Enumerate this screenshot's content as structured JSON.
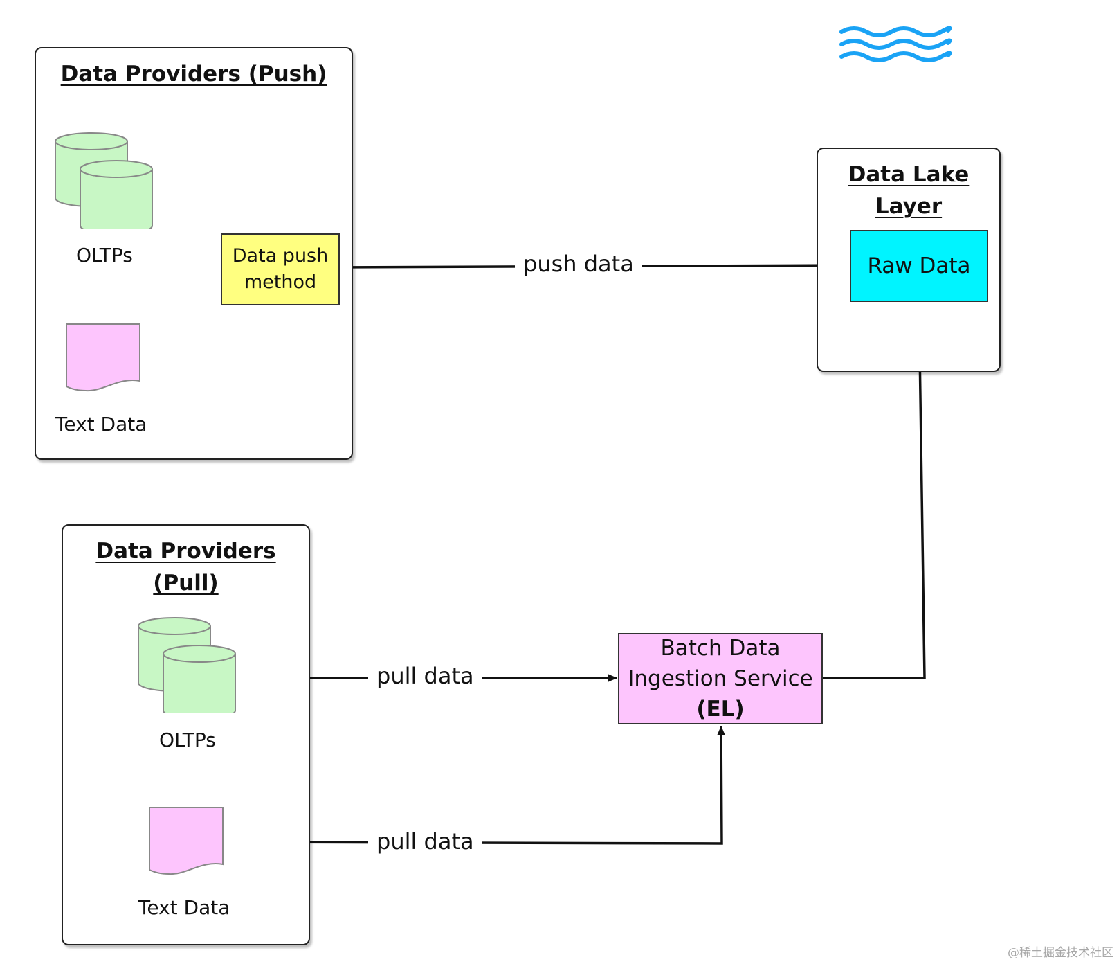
{
  "push_group": {
    "title": "Data Providers (Push)",
    "oltp_label": "OLTPs",
    "text_label": "Text Data"
  },
  "pull_group": {
    "title_line1": "Data Providers",
    "title_line2": "(Pull)",
    "oltp_label": "OLTPs",
    "text_label": "Text Data"
  },
  "lake_group": {
    "title_line1": "Data Lake",
    "title_line2": "Layer"
  },
  "nodes": {
    "push_method": {
      "line1": "Data push",
      "line2": "method"
    },
    "raw_data": {
      "label": "Raw Data"
    },
    "batch_ingest": {
      "line1": "Batch Data",
      "line2": "Ingestion Service",
      "line3": "(EL)"
    }
  },
  "edges": {
    "push_data": "push data",
    "pull_data_oltp": "pull data",
    "pull_data_text": "pull data"
  },
  "colors": {
    "database": "#c8f7c5",
    "document": "#fdc5fd",
    "push_method_fill": "#ffff80",
    "raw_data_fill": "#00f4ff",
    "batch_fill": "#fdc5fd",
    "water_icon": "#1aa3f5"
  },
  "icons": {
    "lake_logo": "water-waves-icon",
    "database": "database-cylinder-icon",
    "document": "document-icon"
  },
  "watermark": "@稀土掘金技术社区"
}
